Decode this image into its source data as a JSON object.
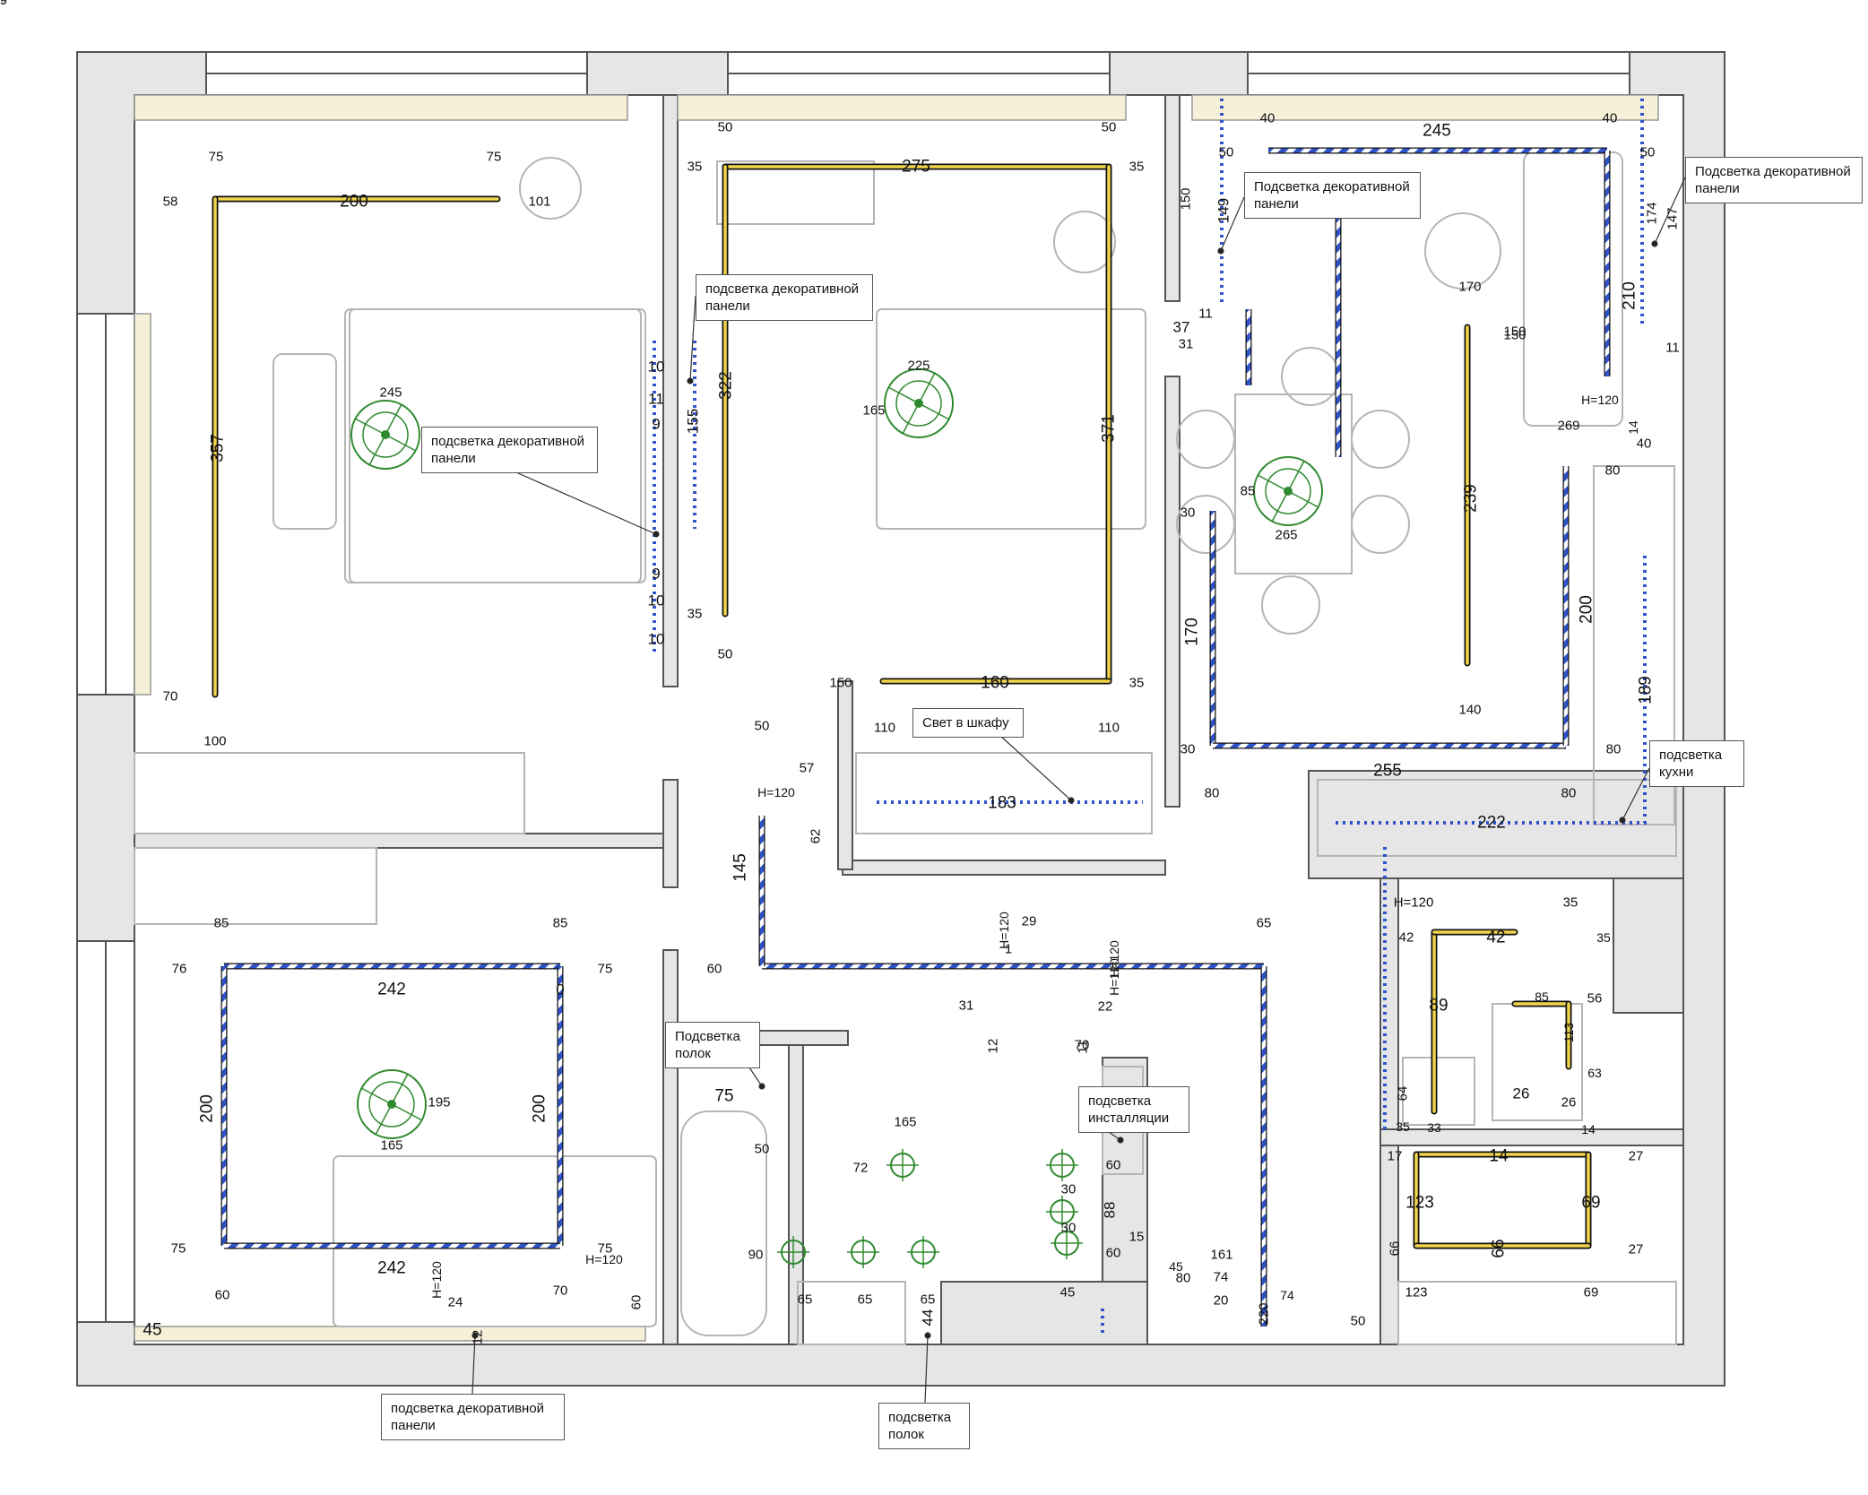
{
  "colors": {
    "wall": "#555555",
    "wall_fill": "#e6e6e6",
    "track": "#111111",
    "track_fill": "#f2d64b",
    "led": "#2f54c9",
    "fixture": "#2f8a2f",
    "furniture": "#b5b5b5",
    "curtain": "#f6f0d8"
  },
  "callouts": [
    {
      "id": "decor-panel-bedroom1",
      "text": "подсветка декоративной\nпанели"
    },
    {
      "id": "decor-panel-bedroom2",
      "text": "подсветка декоративной\nпанели"
    },
    {
      "id": "decor-panel-kitchen",
      "text": "Подсветка декоративной\nпанели"
    },
    {
      "id": "decor-panel-window",
      "text": "Подсветка декоративной\nпанели"
    },
    {
      "id": "wardrobe-light",
      "text": "Свет в шкафу"
    },
    {
      "id": "kitchen-light",
      "text": "подсветка\nкухни"
    },
    {
      "id": "shelf-light-bath",
      "text": "Подсветка\nполок"
    },
    {
      "id": "install-light",
      "text": "подсветка\nинсталляции"
    },
    {
      "id": "decor-panel-bottom",
      "text": "подсветка декоративной\nпанели"
    },
    {
      "id": "shelf-light-bottom",
      "text": "подсветка\nполок"
    }
  ],
  "dimensions": [
    {
      "text": "200",
      "rot": 0
    },
    {
      "text": "357",
      "rot": -90
    },
    {
      "text": "75",
      "rot": 0
    },
    {
      "text": "75",
      "rot": 0
    },
    {
      "text": "58",
      "rot": 0
    },
    {
      "text": "101",
      "rot": 0
    },
    {
      "text": "245",
      "rot": 0
    },
    {
      "text": "70",
      "rot": 0
    },
    {
      "text": "100",
      "rot": 0
    },
    {
      "text": "10",
      "rot": 0
    },
    {
      "text": "11",
      "rot": 0
    },
    {
      "text": "9",
      "rot": 0
    },
    {
      "text": "9",
      "rot": 0
    },
    {
      "text": "10",
      "rot": 0
    },
    {
      "text": "10",
      "rot": 0
    },
    {
      "text": "155",
      "rot": -90
    },
    {
      "text": "322",
      "rot": -90
    },
    {
      "text": "275",
      "rot": 0
    },
    {
      "text": "50",
      "rot": 0
    },
    {
      "text": "50",
      "rot": 0
    },
    {
      "text": "35",
      "rot": 0
    },
    {
      "text": "35",
      "rot": 0
    },
    {
      "text": "225",
      "rot": 0
    },
    {
      "text": "165",
      "rot": 0
    },
    {
      "text": "371",
      "rot": -90
    },
    {
      "text": "35",
      "rot": 0
    },
    {
      "text": "50",
      "rot": 0
    },
    {
      "text": "160",
      "rot": 0
    },
    {
      "text": "35",
      "rot": 0
    },
    {
      "text": "150",
      "rot": 0
    },
    {
      "text": "110",
      "rot": 0
    },
    {
      "text": "110",
      "rot": 0
    },
    {
      "text": "183",
      "rot": 0
    },
    {
      "text": "150",
      "rot": -90
    },
    {
      "text": "149",
      "rot": -90
    },
    {
      "text": "37",
      "rot": 0
    },
    {
      "text": "31",
      "rot": 0
    },
    {
      "text": "11",
      "rot": 0
    },
    {
      "text": "40",
      "rot": 0
    },
    {
      "text": "40",
      "rot": 0
    },
    {
      "text": "245",
      "rot": 0
    },
    {
      "text": "50",
      "rot": 0
    },
    {
      "text": "50",
      "rot": 0
    },
    {
      "text": "170",
      "rot": 0
    },
    {
      "text": "174",
      "rot": -90
    },
    {
      "text": "147",
      "rot": -90
    },
    {
      "text": "210",
      "rot": -90
    },
    {
      "text": "150",
      "rot": 0
    },
    {
      "text": "11",
      "rot": 0
    },
    {
      "text": "H=120",
      "rot": 0
    },
    {
      "text": "269",
      "rot": 0
    },
    {
      "text": "14",
      "rot": -90
    },
    {
      "text": "40",
      "rot": 0
    },
    {
      "text": "85",
      "rot": 0
    },
    {
      "text": "265",
      "rot": 0
    },
    {
      "text": "239",
      "rot": -90
    },
    {
      "text": "30",
      "rot": 0
    },
    {
      "text": "170",
      "rot": -90
    },
    {
      "text": "30",
      "rot": 0
    },
    {
      "text": "150",
      "rot": 0
    },
    {
      "text": "80",
      "rot": 0
    },
    {
      "text": "200",
      "rot": -90
    },
    {
      "text": "189",
      "rot": -90
    },
    {
      "text": "140",
      "rot": 0
    },
    {
      "text": "80",
      "rot": 0
    },
    {
      "text": "255",
      "rot": 0
    },
    {
      "text": "80",
      "rot": 0
    },
    {
      "text": "80",
      "rot": 0
    },
    {
      "text": "222",
      "rot": 0
    },
    {
      "text": "50",
      "rot": 0
    },
    {
      "text": "57",
      "rot": 0
    },
    {
      "text": "H=120",
      "rot": 0
    },
    {
      "text": "62",
      "rot": -90
    },
    {
      "text": "145",
      "rot": -90
    },
    {
      "text": "29",
      "rot": 0
    },
    {
      "text": "H=120",
      "rot": -90
    },
    {
      "text": "1",
      "rot": 0
    },
    {
      "text": "H=120",
      "rot": -90
    },
    {
      "text": "H=120",
      "rot": -90
    },
    {
      "text": "65",
      "rot": 0
    },
    {
      "text": "85",
      "rot": 0
    },
    {
      "text": "85",
      "rot": 0
    },
    {
      "text": "76",
      "rot": 0
    },
    {
      "text": "75",
      "rot": 0
    },
    {
      "text": "60",
      "rot": 0
    },
    {
      "text": "242",
      "rot": 0
    },
    {
      "text": "0",
      "rot": 0
    },
    {
      "text": "200",
      "rot": -90
    },
    {
      "text": "200",
      "rot": -90
    },
    {
      "text": "195",
      "rot": 0
    },
    {
      "text": "165",
      "rot": 0
    },
    {
      "text": "242",
      "rot": 0
    },
    {
      "text": "75",
      "rot": 0
    },
    {
      "text": "60",
      "rot": 0
    },
    {
      "text": "70",
      "rot": 0
    },
    {
      "text": "75",
      "rot": 0
    },
    {
      "text": "H=120",
      "rot": 0
    },
    {
      "text": "H=120",
      "rot": -90
    },
    {
      "text": "24",
      "rot": 0
    },
    {
      "text": "60",
      "rot": -90
    },
    {
      "text": "45",
      "rot": 0
    },
    {
      "text": "12",
      "rot": -90
    },
    {
      "text": "50",
      "rot": 0
    },
    {
      "text": "31",
      "rot": 0
    },
    {
      "text": "12",
      "rot": -90
    },
    {
      "text": "22",
      "rot": 0
    },
    {
      "text": "11",
      "rot": -90
    },
    {
      "text": "70",
      "rot": 0
    },
    {
      "text": "75",
      "rot": 0
    },
    {
      "text": "165",
      "rot": 0
    },
    {
      "text": "72",
      "rot": 0
    },
    {
      "text": "60",
      "rot": 0
    },
    {
      "text": "30",
      "rot": 0
    },
    {
      "text": "30",
      "rot": 0
    },
    {
      "text": "88",
      "rot": -90
    },
    {
      "text": "15",
      "rot": 0
    },
    {
      "text": "60",
      "rot": 0
    },
    {
      "text": "90",
      "rot": 0
    },
    {
      "text": "45",
      "rot": 0
    },
    {
      "text": "45",
      "rot": 0
    },
    {
      "text": "161",
      "rot": 0
    },
    {
      "text": "20",
      "rot": 0
    },
    {
      "text": "65",
      "rot": 0
    },
    {
      "text": "65",
      "rot": 0
    },
    {
      "text": "65",
      "rot": 0
    },
    {
      "text": "44",
      "rot": -90
    },
    {
      "text": "80",
      "rot": 0
    },
    {
      "text": "74",
      "rot": 0
    },
    {
      "text": "220",
      "rot": -90
    },
    {
      "text": "74",
      "rot": 0
    },
    {
      "text": "50",
      "rot": 0
    },
    {
      "text": "H=120",
      "rot": 0
    },
    {
      "text": "35",
      "rot": 0
    },
    {
      "text": "42",
      "rot": 0
    },
    {
      "text": "42",
      "rot": 0
    },
    {
      "text": "35",
      "rot": 0
    },
    {
      "text": "89",
      "rot": 0
    },
    {
      "text": "56",
      "rot": 0
    },
    {
      "text": "85",
      "rot": 0
    },
    {
      "text": "113",
      "rot": -90
    },
    {
      "text": "26",
      "rot": 0
    },
    {
      "text": "63",
      "rot": 0
    },
    {
      "text": "64",
      "rot": -90
    },
    {
      "text": "26",
      "rot": 0
    },
    {
      "text": "35",
      "rot": 0
    },
    {
      "text": "33",
      "rot": 0
    },
    {
      "text": "14",
      "rot": 0
    },
    {
      "text": "17",
      "rot": 0
    },
    {
      "text": "14",
      "rot": 0
    },
    {
      "text": "27",
      "rot": 0
    },
    {
      "text": "123",
      "rot": 0
    },
    {
      "text": "69",
      "rot": 0
    },
    {
      "text": "66",
      "rot": -90
    },
    {
      "text": "66",
      "rot": -90
    },
    {
      "text": "27",
      "rot": 0
    },
    {
      "text": "123",
      "rot": 0
    },
    {
      "text": "69",
      "rot": 0
    },
    {
      "text": "69",
      "rot": 0
    },
    {
      "text": "69",
      "rot": 0
    }
  ]
}
